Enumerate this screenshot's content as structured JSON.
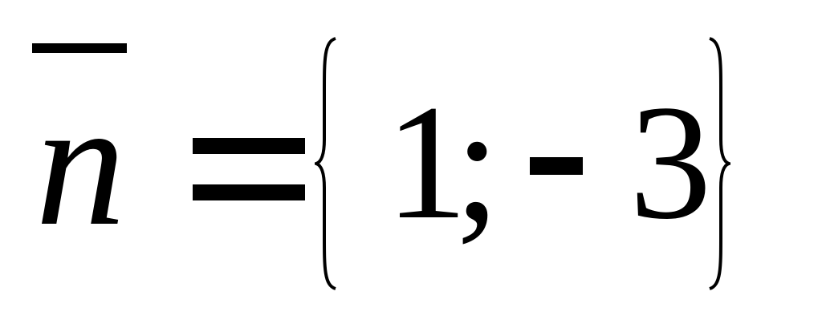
{
  "formula": {
    "variable": "n",
    "equals": "=",
    "components": [
      "1",
      ";",
      "-",
      "3"
    ]
  }
}
